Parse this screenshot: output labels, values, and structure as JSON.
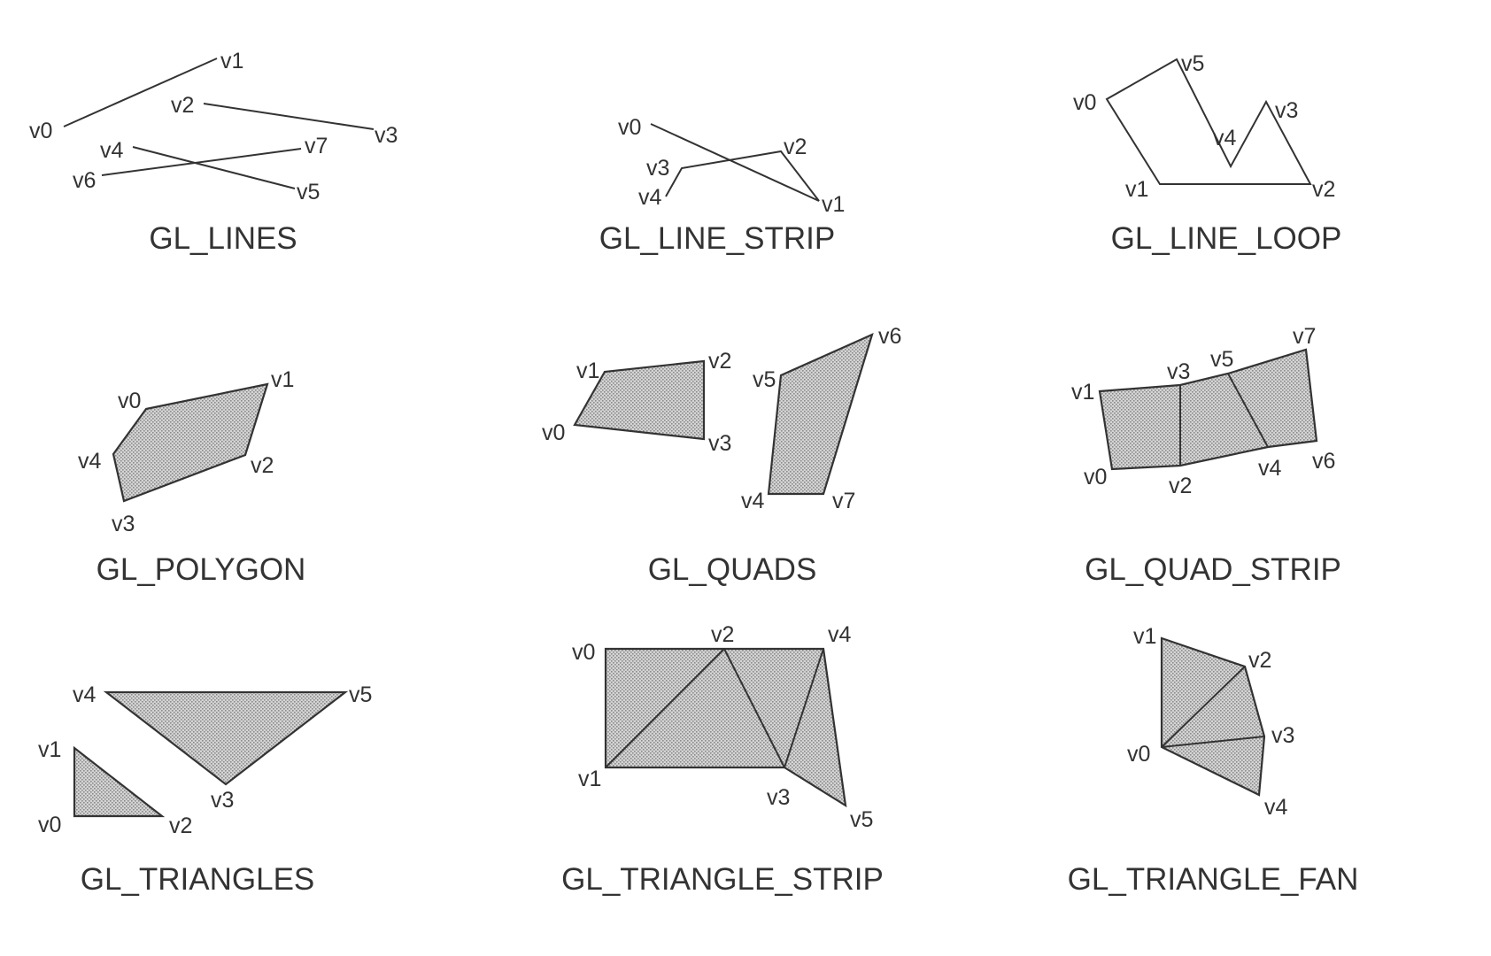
{
  "colors": {
    "ink": "#333333",
    "fill": "#d0d0d0",
    "background": "#ffffff"
  },
  "panels": {
    "lines": {
      "title": "GL_LINES",
      "vertices": {
        "v0": "v0",
        "v1": "v1",
        "v2": "v2",
        "v3": "v3",
        "v4": "v4",
        "v5": "v5",
        "v6": "v6",
        "v7": "v7"
      }
    },
    "line_strip": {
      "title": "GL_LINE_STRIP",
      "vertices": {
        "v0": "v0",
        "v1": "v1",
        "v2": "v2",
        "v3": "v3",
        "v4": "v4"
      }
    },
    "line_loop": {
      "title": "GL_LINE_LOOP",
      "vertices": {
        "v0": "v0",
        "v1": "v1",
        "v2": "v2",
        "v3": "v3",
        "v4": "v4",
        "v5": "v5"
      }
    },
    "polygon": {
      "title": "GL_POLYGON",
      "vertices": {
        "v0": "v0",
        "v1": "v1",
        "v2": "v2",
        "v3": "v3",
        "v4": "v4"
      }
    },
    "quads": {
      "title": "GL_QUADS",
      "vertices": {
        "v0": "v0",
        "v1": "v1",
        "v2": "v2",
        "v3": "v3",
        "v4": "v4",
        "v5": "v5",
        "v6": "v6",
        "v7": "v7"
      }
    },
    "quad_strip": {
      "title": "GL_QUAD_STRIP",
      "vertices": {
        "v0": "v0",
        "v1": "v1",
        "v2": "v2",
        "v3": "v3",
        "v4": "v4",
        "v5": "v5",
        "v6": "v6",
        "v7": "v7"
      }
    },
    "triangles": {
      "title": "GL_TRIANGLES",
      "vertices": {
        "v0": "v0",
        "v1": "v1",
        "v2": "v2",
        "v3": "v3",
        "v4": "v4",
        "v5": "v5"
      }
    },
    "triangle_strip": {
      "title": "GL_TRIANGLE_STRIP",
      "vertices": {
        "v0": "v0",
        "v1": "v1",
        "v2": "v2",
        "v3": "v3",
        "v4": "v4",
        "v5": "v5"
      }
    },
    "triangle_fan": {
      "title": "GL_TRIANGLE_FAN",
      "vertices": {
        "v0": "v0",
        "v1": "v1",
        "v2": "v2",
        "v3": "v3",
        "v4": "v4"
      }
    }
  }
}
